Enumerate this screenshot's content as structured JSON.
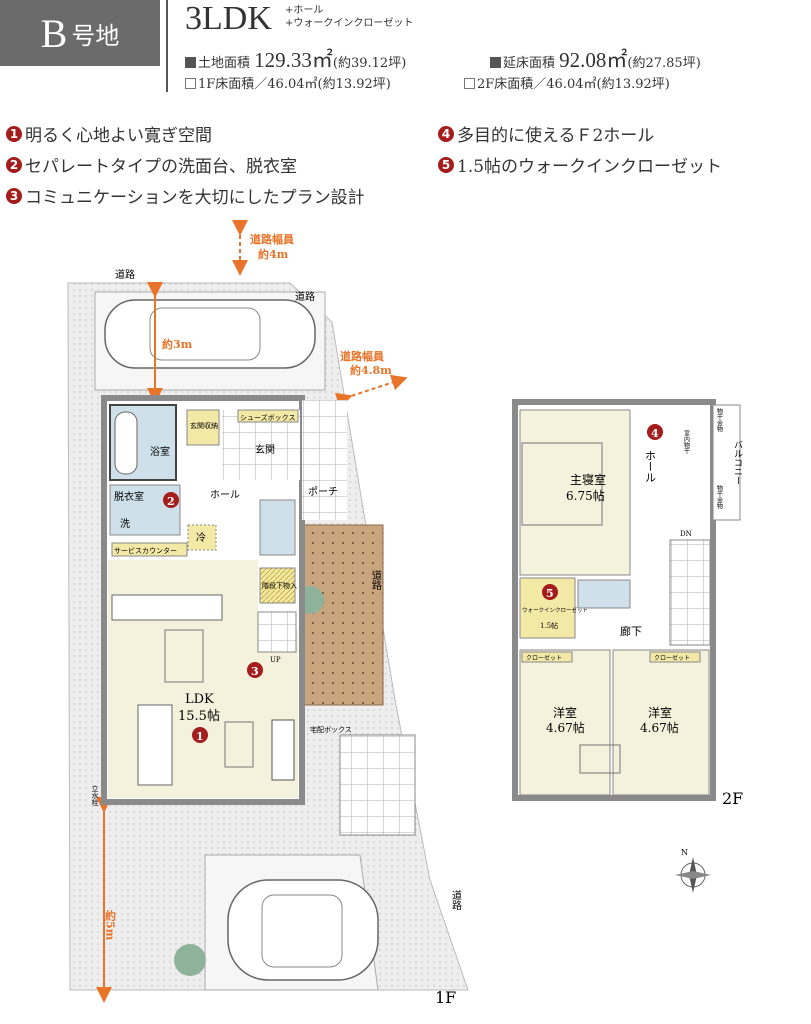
{
  "header": {
    "lot_letter": "B",
    "lot_suffix": "号地",
    "layout": "3LDK",
    "extra1": "+ホール",
    "extra2": "+ウォークインクローゼット",
    "land_label": "土地面積",
    "land_value": "129.33㎡",
    "land_tsubo": "(約39.12坪)",
    "floor_label": "延床面積",
    "floor_value": "92.08㎡",
    "floor_tsubo": "(約27.85坪)",
    "f1": "1F床面積／46.04㎡(約13.92坪)",
    "f2": "2F床面積／46.04㎡(約13.92坪)"
  },
  "features": [
    {
      "n": "1",
      "text": "明るく心地よい寛ぎ空間"
    },
    {
      "n": "2",
      "text": "セパレートタイプの洗面台、脱衣室"
    },
    {
      "n": "3",
      "text": "コミュニケーションを大切にしたプラン設計"
    },
    {
      "n": "4",
      "text": "多目的に使えるＦ2ホール"
    },
    {
      "n": "5",
      "text": "1.5帖のウォークインクローゼット"
    }
  ],
  "site": {
    "road": "道路",
    "road_width1": "道路幅員",
    "road_width1_val": "約4m",
    "road_width2": "道路幅員",
    "road_width2_val": "約4.8m",
    "dist_top": "約3m",
    "dist_bottom": "約5m",
    "faucet": "立水栓",
    "delivery": "宅配ボックス"
  },
  "floor1": {
    "label": "1F",
    "bath": "浴室",
    "dressing": "脱衣室",
    "wash": "洗",
    "entry_storage": "玄関収納",
    "shoe_box": "シューズボックス",
    "entrance": "玄関",
    "hall": "ホール",
    "porch": "ポーチ",
    "fridge": "冷",
    "service_counter": "サービスカウンター",
    "under_stairs": "階段下物入",
    "up": "UP",
    "ldk": "LDK",
    "ldk_size": "15.5帖"
  },
  "floor2": {
    "label": "2F",
    "master": "主寝室",
    "master_size": "6.75帖",
    "hall": "ホール",
    "indoor_dry": "室内物干",
    "balcony": "バルコニー",
    "dry": "物干金物",
    "dn": "DN",
    "wic": "ウォークインクローゼット",
    "wic_size": "1.5帖",
    "corridor": "廊下",
    "closet": "クローゼット",
    "western": "洋室",
    "western_size": "4.67帖",
    "north": "N"
  },
  "colors": {
    "accent": "#a51c1c",
    "arrow": "#e8742a",
    "room": "#f4f1dc",
    "wet": "#cfe0ea",
    "storage": "#f3e9a6",
    "wall": "#8a8a8a",
    "deck": "#c9a57e"
  }
}
